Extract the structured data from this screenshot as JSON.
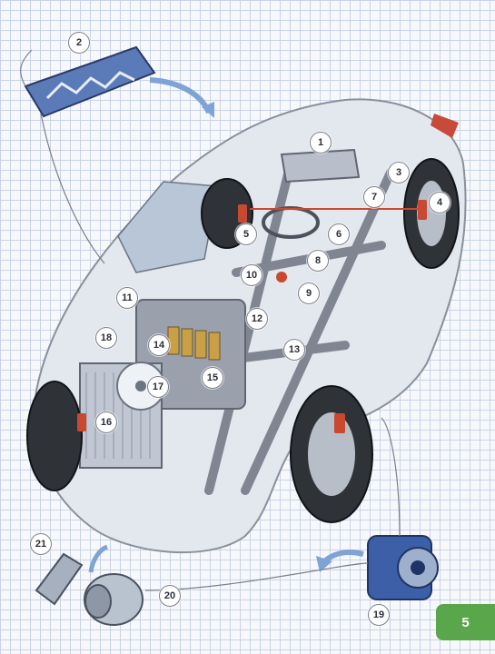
{
  "callouts": {
    "c1": "1",
    "c2": "2",
    "c3": "3",
    "c4": "4",
    "c5": "5",
    "c6": "6",
    "c7": "7",
    "c8": "8",
    "c9": "9",
    "c10": "10",
    "c11": "11",
    "c12": "12",
    "c13": "13",
    "c14": "14",
    "c15": "15",
    "c16": "16",
    "c17": "17",
    "c18": "18",
    "c19": "19",
    "c20": "20",
    "c21": "21"
  },
  "page_number": "5",
  "colors": {
    "accent_green": "#5aa64a",
    "car_body": "#dfe3ea",
    "frame": "#8c929c",
    "brake_red": "#c8492f"
  }
}
